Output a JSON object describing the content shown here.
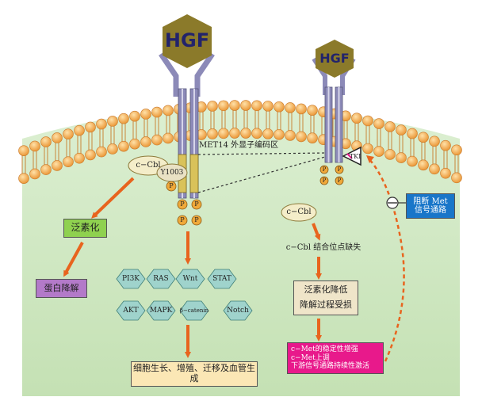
{
  "ligand": {
    "left": "HGF",
    "right": "HGF"
  },
  "left_pathway": {
    "cbl_label": "c−Cbl",
    "y_site": "Y1003",
    "p": "P",
    "exon_label": "MET14 外显子编码区",
    "ubiquitination": "泛素化",
    "degradation": "蛋白降解",
    "effectors": [
      "PI3K",
      "RAS",
      "Wnt",
      "STAT",
      "AKT",
      "MAPK",
      "β−catenin",
      "Notch"
    ],
    "outcome": "细胞生长、增殖、迁移及血管生成"
  },
  "right_pathway": {
    "tki_label": "TKI",
    "block_label": [
      "阻断 Met",
      "信号通路"
    ],
    "cbl_label": "c−Cbl",
    "site_loss": "c−Cbl 结合位点缺失",
    "reduced": [
      "泛素化降低",
      "降解过程受损"
    ],
    "result": [
      "c−Met的稳定性增强",
      "c−Met上调",
      "下游信号通路持续性激活"
    ]
  },
  "colors": {
    "cytoplasm": "#cfe6c2",
    "membrane_head": "#f5b26b",
    "receptor": "#8c8ab8",
    "exon": "#d9c25a",
    "phospho": "#f0a93a",
    "hex": "#9fd3cc",
    "arrow": "#e8641e",
    "green_box": "#8fd14f",
    "purple_box": "#b37ac9",
    "outcome_box": "#fbe7b5",
    "beige_box": "#efe5c9",
    "magenta_box": "#e8198b",
    "blue_box": "#1976c9",
    "hgf": "#8b7a2a",
    "hgf_text": "#22236b"
  }
}
